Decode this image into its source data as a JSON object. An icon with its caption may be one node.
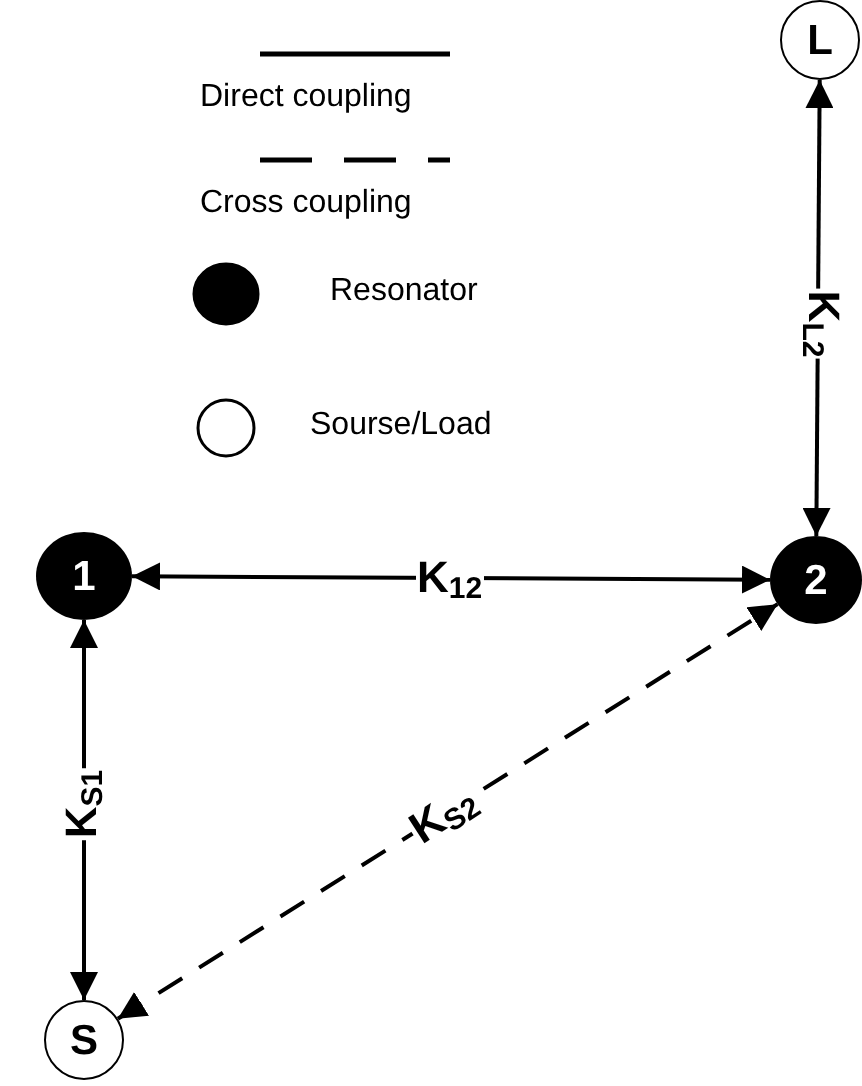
{
  "diagram": {
    "nodes": [
      {
        "text": [
          "L"
        ]
      },
      {
        "text": [
          "1"
        ]
      },
      {
        "text": [
          "2"
        ]
      },
      {
        "text": [
          "S"
        ]
      }
    ],
    "edges": [
      {
        "from": 0,
        "to": 2,
        "arrow": "both",
        "label": "K$_{L2}$"
      },
      {
        "from": 1,
        "to": 2,
        "arrow": "both",
        "label": "K$_{12}$"
      },
      {
        "from": 1,
        "to": 3,
        "arrow": "both",
        "label": "K$_{S1}$"
      },
      {
        "from": 3,
        "to": 2,
        "arrow": "both",
        "label": "K$_{S2}$",
        "style": "dashed"
      }
    ],
    "legend": [
      {
        "text": "Direct coupling"
      },
      {
        "text": "Cross coupling"
      },
      {
        "text": "Resonator"
      },
      {
        "text": "Sourse/Load"
      }
    ]
  }
}
